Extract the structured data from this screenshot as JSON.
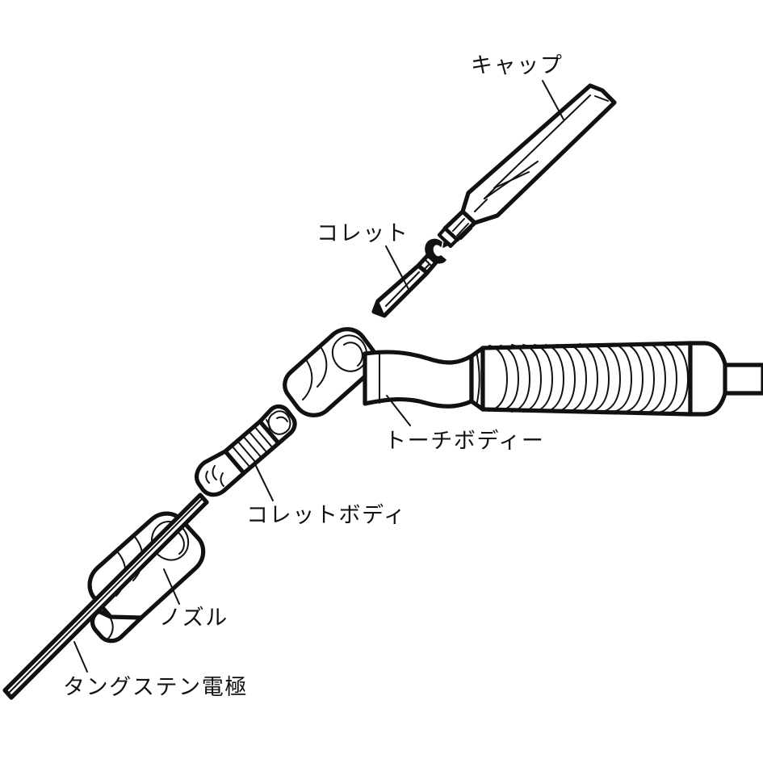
{
  "figure": {
    "kind": "exploded-assembly-diagram",
    "subject": "TIG welding torch parts breakdown",
    "background_color": "#ffffff",
    "line_color": "#111111",
    "text_color": "#111111"
  },
  "labels": {
    "cap": "キャップ",
    "collet": "コレット",
    "torch_body": "トーチボディー",
    "collet_body": "コレットボディ",
    "nozzle": "ノズル",
    "tungsten_electrode": "タングステン電極"
  },
  "parts": [
    {
      "id": "cap",
      "label": "キャップ",
      "shape": "tapered-conical-cap-with-threaded-base"
    },
    {
      "id": "split-ring",
      "label": "",
      "shape": "c-shaped-split-ring"
    },
    {
      "id": "collet",
      "label": "コレット",
      "shape": "slender-tapered-pin"
    },
    {
      "id": "torch-body",
      "label": "トーチボディー",
      "shape": "angled-head-with-ribbed-spring-handle-and-cable"
    },
    {
      "id": "collet-body",
      "label": "コレットボディ",
      "shape": "threaded-cylindrical-body-with-taper"
    },
    {
      "id": "nozzle",
      "label": "ノズル",
      "shape": "cylindrical-ceramic-cup"
    },
    {
      "id": "tungsten-electrode",
      "label": "タングステン電極",
      "shape": "long-thin-rod"
    }
  ]
}
